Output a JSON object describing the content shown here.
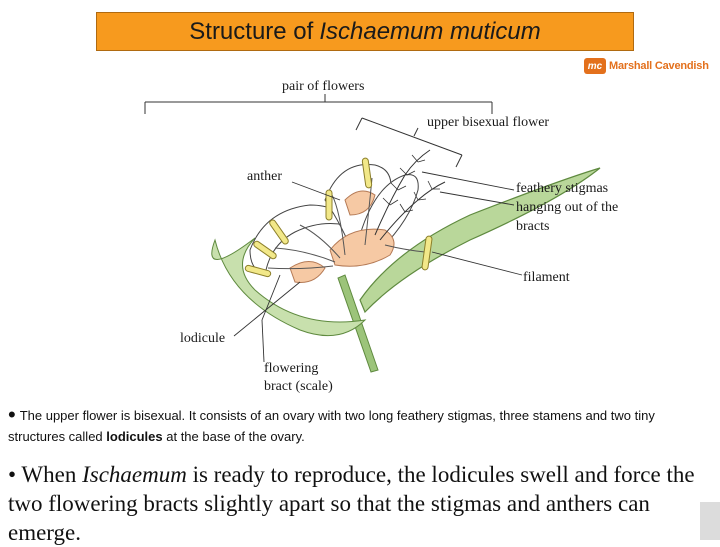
{
  "title": {
    "prefix": "Structure of",
    "italic": "Ischaemum muticum"
  },
  "logo": {
    "mark": "mc",
    "text": "Marshall Cavendish"
  },
  "labels": {
    "pair_of_flowers": "pair of flowers",
    "upper_bisexual_flower": "upper bisexual flower",
    "anther": "anther",
    "feathery_stigmas_1": "feathery stigmas",
    "feathery_stigmas_2": "hanging out of the",
    "feathery_stigmas_3": "bracts",
    "filament": "filament",
    "lodicule": "lodicule",
    "flowering_bract_1": "flowering",
    "flowering_bract_2": "bract (scale)"
  },
  "bullets": {
    "first": {
      "dot": "•",
      "text_before": "The upper flower is bisexual. It consists of an ovary with two long feathery stigmas, three stamens and two tiny structures called ",
      "bold": "lodicules",
      "text_after": " at the base of the ovary."
    },
    "second": {
      "dot": "•",
      "text_before": "When ",
      "italic": "Ischaemum",
      "text_after": " is ready to reproduce, the lodicules swell and force the two flowering bracts slightly apart so that the stigmas and anthers can emerge."
    }
  },
  "colors": {
    "title_bg": "#f79a1e",
    "stem_green": "#9cc47a",
    "anther_yellow": "#f2e889",
    "petal_pink": "#f6c9a4"
  }
}
